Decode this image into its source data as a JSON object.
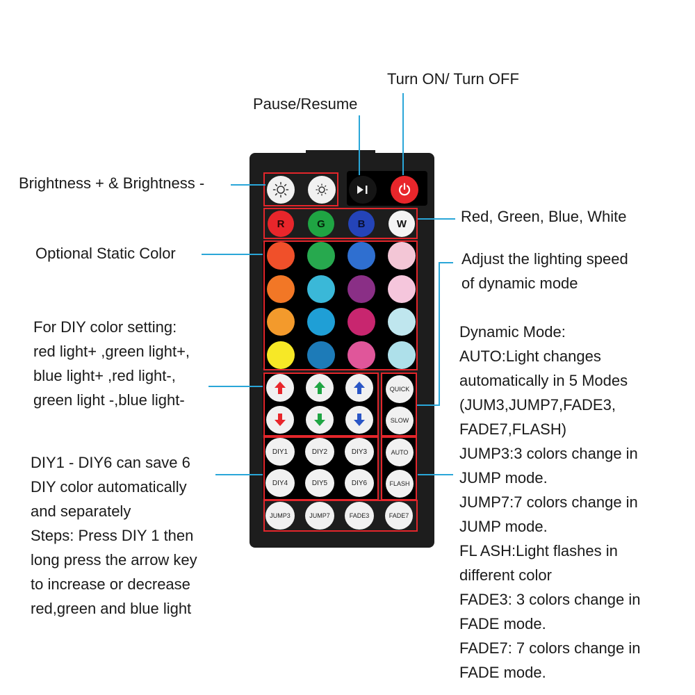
{
  "labels": {
    "turn_on_off": "Turn ON/ Turn OFF",
    "pause_resume": "Pause/Resume",
    "brightness": "Brightness + & Brightness -",
    "rgbw": "Red, Green, Blue, White",
    "static_color": "Optional Static Color",
    "speed": [
      "Adjust the lighting speed",
      "of dynamic mode"
    ],
    "diy_setting": [
      "For DIY color setting:",
      "red light+ ,green light+,",
      "blue light+ ,red light-,",
      "green light -,blue light-"
    ],
    "diy_save": [
      "DIY1 - DIY6 can save 6",
      "DIY color automatically",
      "and separately",
      "Steps: Press DIY 1 then",
      "long press the arrow key",
      "to increase or decrease",
      "red,green and blue light"
    ],
    "dynamic": [
      "Dynamic Mode:",
      "AUTO:Light changes",
      "automatically in 5 Modes",
      "(JUM3,JUMP7,FADE3,",
      "FADE7,FLASH)",
      "JUMP3:3 colors change in",
      "JUMP mode.",
      "JUMP7:7 colors change in",
      "JUMP mode.",
      "FL ASH:Light flashes in",
      "different color",
      "FADE3: 3 colors change in",
      "FADE mode.",
      "FADE7: 7 colors change in",
      "FADE mode."
    ]
  },
  "remote": {
    "rgbw_buttons": [
      {
        "text": "R",
        "color": "#e8262b",
        "text_color": "#2a0505"
      },
      {
        "text": "G",
        "color": "#1fa543",
        "text_color": "#04230a"
      },
      {
        "text": "B",
        "color": "#2444b8",
        "text_color": "#0a1030"
      },
      {
        "text": "W",
        "color": "#f4f4f4",
        "text_color": "#111111"
      }
    ],
    "color_grid": [
      [
        "#f0502a",
        "#27a94e",
        "#2f6fd0",
        "#f3c6d6"
      ],
      [
        "#f27726",
        "#3ab8d8",
        "#8a2f86",
        "#f5c6dc"
      ],
      [
        "#f39a2c",
        "#1f9fd6",
        "#c8266f",
        "#bfe6ee"
      ],
      [
        "#f7e826",
        "#1d7bb8",
        "#e0569a",
        "#aee0ea"
      ]
    ],
    "speed_buttons": [
      "QUICK",
      "SLOW"
    ],
    "diy_buttons": [
      [
        "DIY1",
        "DIY2",
        "DIY3"
      ],
      [
        "DIY4",
        "DIY5",
        "DIY6"
      ]
    ],
    "mode_buttons": [
      "AUTO",
      "FLASH"
    ],
    "bottom_buttons": [
      "JUMP3",
      "JUMP7",
      "FADE3",
      "FADE7"
    ],
    "arrow_up_colors": [
      "#e8262b",
      "#1fa543",
      "#2a56c6"
    ],
    "arrow_down_colors": [
      "#e8262b",
      "#1fa543",
      "#2a56c6"
    ],
    "power_color": "#e8262b",
    "pointer_line_color": "#2aa6d8",
    "highlight_box_color": "#e3262b"
  }
}
